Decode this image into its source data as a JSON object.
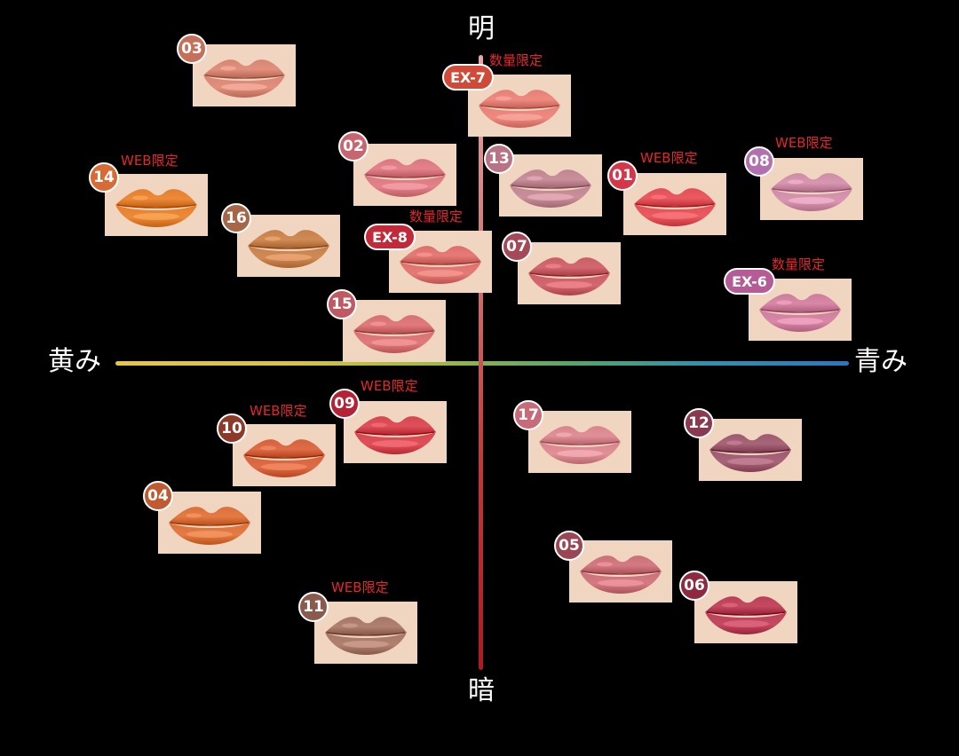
{
  "axes": {
    "top": "明",
    "bottom": "暗",
    "left": "黄み",
    "right": "青み"
  },
  "shades": [
    {
      "id": "03",
      "tag": "",
      "badge_color": "#c6705c",
      "lip_color": "#e2907e"
    },
    {
      "id": "EX-7",
      "tag": "数量限定",
      "badge_color": "#d04a3a",
      "lip_color": "#ee8a80"
    },
    {
      "id": "02",
      "tag": "",
      "badge_color": "#c8656e",
      "lip_color": "#e3828a"
    },
    {
      "id": "13",
      "tag": "",
      "badge_color": "#b87486",
      "lip_color": "#c9909c"
    },
    {
      "id": "01",
      "tag": "WEB限定",
      "badge_color": "#d63648",
      "lip_color": "#ea5a60"
    },
    {
      "id": "08",
      "tag": "WEB限定",
      "badge_color": "#b270ae",
      "lip_color": "#d896b0"
    },
    {
      "id": "14",
      "tag": "WEB限定",
      "badge_color": "#d86a36",
      "lip_color": "#ec8a3a"
    },
    {
      "id": "16",
      "tag": "",
      "badge_color": "#a66648",
      "lip_color": "#d08a56"
    },
    {
      "id": "EX-8",
      "tag": "数量限定",
      "badge_color": "#c22a3a",
      "lip_color": "#e57a76"
    },
    {
      "id": "07",
      "tag": "",
      "badge_color": "#a54858",
      "lip_color": "#d46870"
    },
    {
      "id": "EX-6",
      "tag": "数量限定",
      "badge_color": "#b55c96",
      "lip_color": "#d888a6"
    },
    {
      "id": "15",
      "tag": "",
      "badge_color": "#c05a62",
      "lip_color": "#e07a7c"
    },
    {
      "id": "10",
      "tag": "WEB限定",
      "badge_color": "#8e3a2a",
      "lip_color": "#de6c46"
    },
    {
      "id": "09",
      "tag": "WEB限定",
      "badge_color": "#b42236",
      "lip_color": "#e0505a"
    },
    {
      "id": "17",
      "tag": "",
      "badge_color": "#c86a78",
      "lip_color": "#e29098"
    },
    {
      "id": "12",
      "tag": "",
      "badge_color": "#8a3a50",
      "lip_color": "#a86478"
    },
    {
      "id": "04",
      "tag": "",
      "badge_color": "#c05a30",
      "lip_color": "#e47a44"
    },
    {
      "id": "05",
      "tag": "",
      "badge_color": "#9a4654",
      "lip_color": "#d47a82"
    },
    {
      "id": "06",
      "tag": "",
      "badge_color": "#8e2a40",
      "lip_color": "#c44a62"
    },
    {
      "id": "11",
      "tag": "WEB限定",
      "badge_color": "#8a5a4c",
      "lip_color": "#b08070"
    }
  ]
}
